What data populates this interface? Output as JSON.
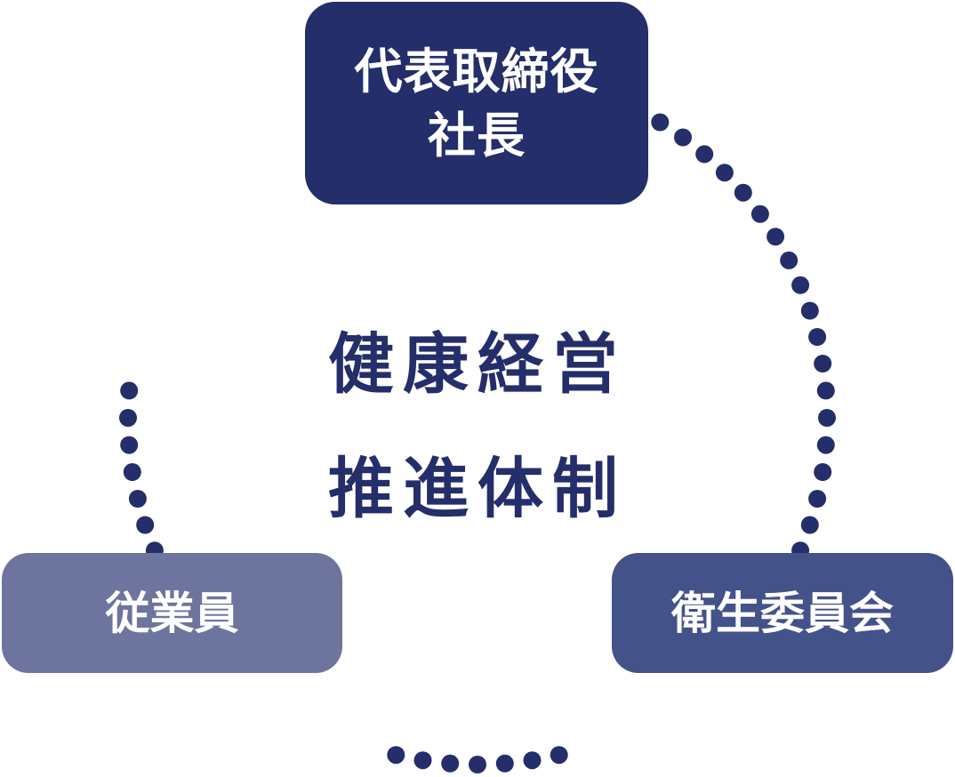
{
  "diagram": {
    "colors": {
      "ceo_box": "#242e6a",
      "employee_box": "#6d759e",
      "committee_box": "#44528a",
      "dots": "#242e6a",
      "center_text": "#242e6a"
    },
    "nodes": {
      "ceo": {
        "line1": "代表取締役",
        "line2": "社長"
      },
      "employees": {
        "label": "従業員"
      },
      "committee": {
        "label": "衛生委員会"
      }
    },
    "center": {
      "line1": "健康経営",
      "line2": "推進体制"
    },
    "connector_style": "dotted-circle"
  }
}
